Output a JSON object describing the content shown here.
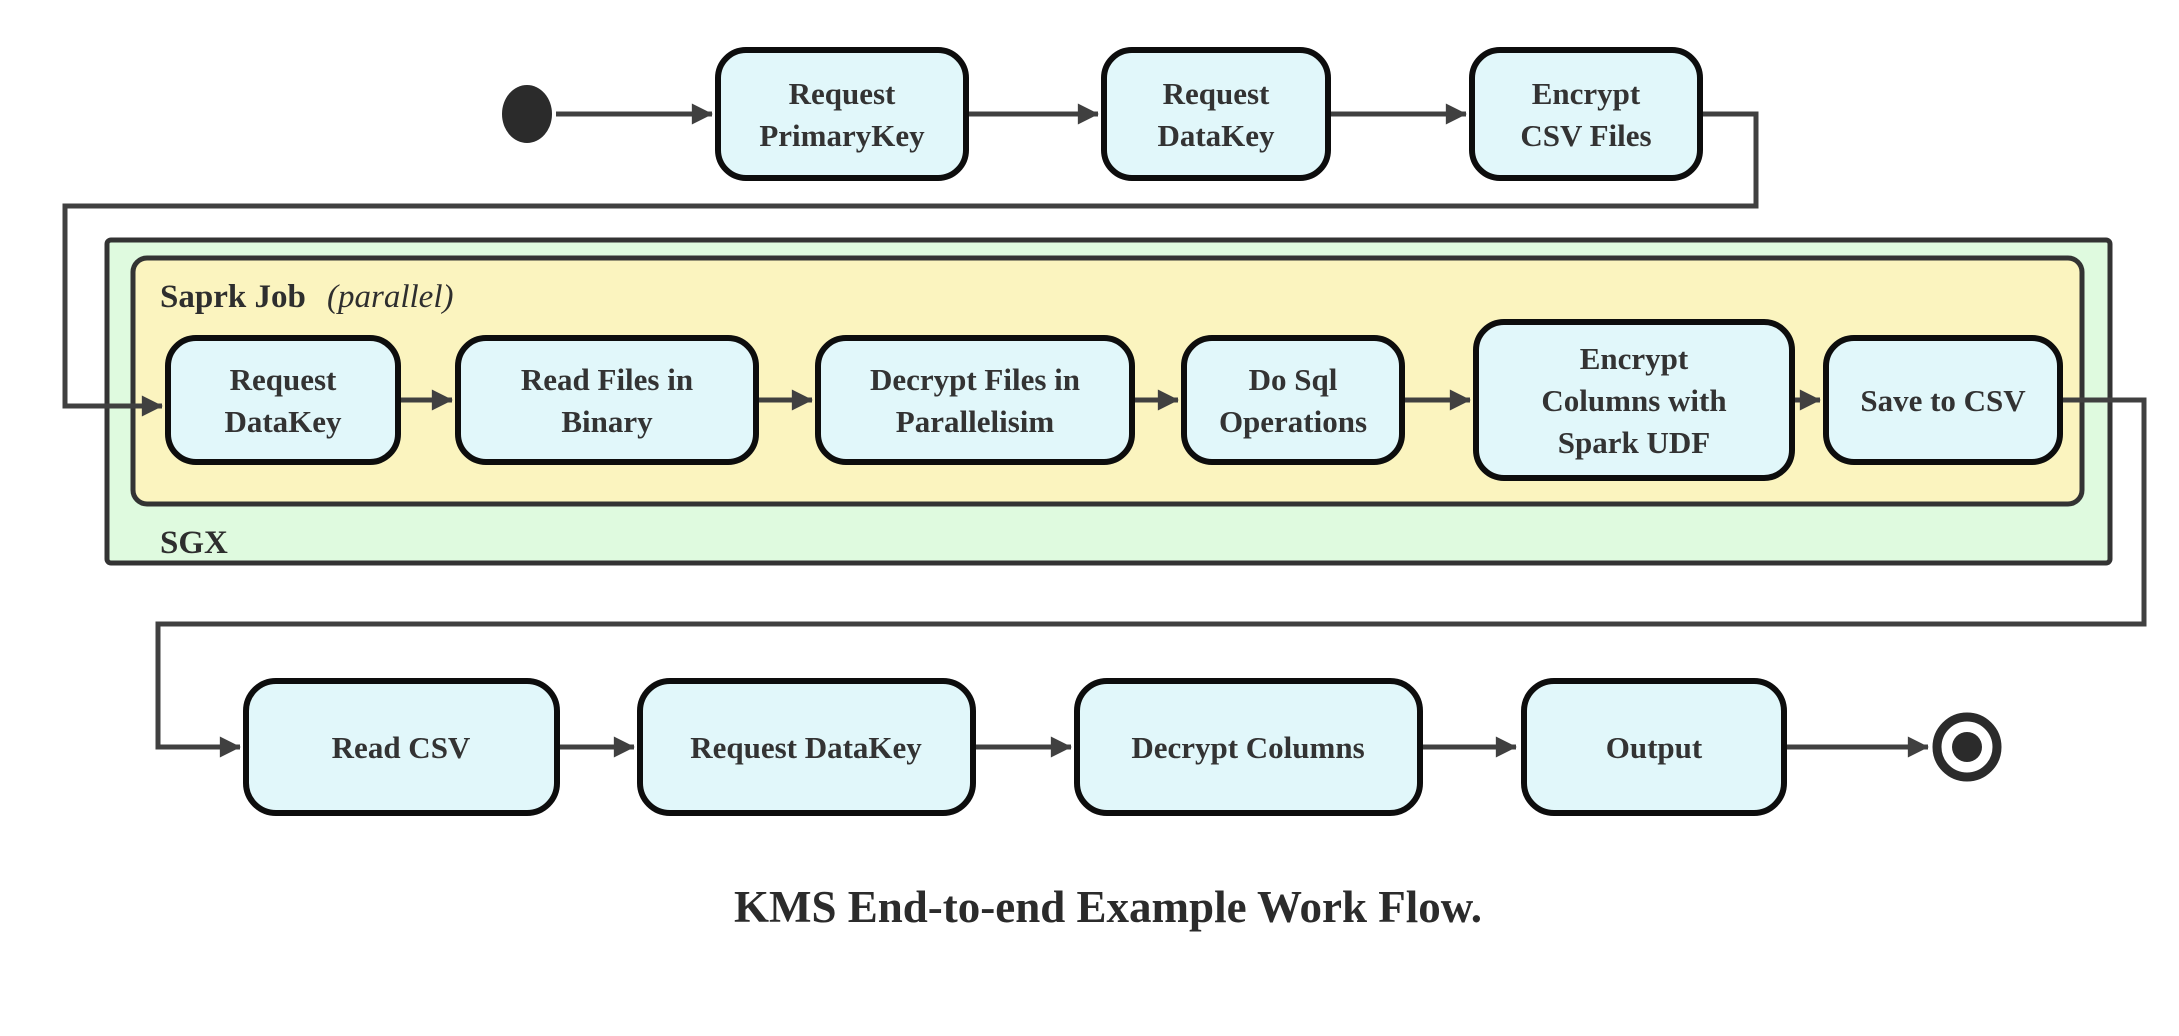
{
  "diagram": {
    "type": "activity-workflow-flowchart",
    "caption": "KMS End-to-end Example Work Flow.",
    "colors": {
      "node_fill": "#E1F7FA",
      "node_border": "#0d0d0d",
      "node_text": "#333333",
      "sgx_container_fill": "#DFFADF",
      "spark_container_fill": "#FBF4BF",
      "container_border": "#333333",
      "edge": "#404040",
      "terminal": "#2B2B2B",
      "background": "#FFFFFF"
    },
    "start_node": {
      "name": "start"
    },
    "end_node": {
      "name": "end"
    },
    "top_row": {
      "nodes": [
        {
          "id": "request-primarykey",
          "lines": [
            "Request",
            "PrimaryKey"
          ]
        },
        {
          "id": "request-datakey",
          "lines": [
            "Request",
            "DataKey"
          ]
        },
        {
          "id": "encrypt-csv-files",
          "lines": [
            "Encrypt",
            "CSV Files"
          ]
        }
      ]
    },
    "sgx_container": {
      "label": "SGX",
      "spark_container": {
        "label": "Saprk Job",
        "qualifier": "(parallel)",
        "nodes": [
          {
            "id": "sgx-request-datakey",
            "lines": [
              "Request",
              "DataKey"
            ]
          },
          {
            "id": "read-files-in-binary",
            "lines": [
              "Read Files in",
              "Binary"
            ]
          },
          {
            "id": "decrypt-files-in-parallelisim",
            "lines": [
              "Decrypt Files in",
              "Parallelisim"
            ]
          },
          {
            "id": "do-sql-operations",
            "lines": [
              "Do Sql",
              "Operations"
            ]
          },
          {
            "id": "encrypt-columns-with-spark-udf",
            "lines": [
              "Encrypt",
              "Columns with",
              "Spark UDF"
            ]
          },
          {
            "id": "save-to-csv",
            "lines": [
              "Save to CSV"
            ]
          }
        ]
      }
    },
    "bottom_row": {
      "nodes": [
        {
          "id": "read-csv",
          "lines": [
            "Read CSV"
          ]
        },
        {
          "id": "bottom-request-datakey",
          "lines": [
            "Request DataKey"
          ]
        },
        {
          "id": "decrypt-columns",
          "lines": [
            "Decrypt Columns"
          ]
        },
        {
          "id": "output",
          "lines": [
            "Output"
          ]
        }
      ]
    },
    "edges": [
      {
        "from": "start",
        "to": "request-primarykey"
      },
      {
        "from": "request-primarykey",
        "to": "request-datakey"
      },
      {
        "from": "request-datakey",
        "to": "encrypt-csv-files"
      },
      {
        "from": "encrypt-csv-files",
        "to": "sgx-request-datakey"
      },
      {
        "from": "sgx-request-datakey",
        "to": "read-files-in-binary"
      },
      {
        "from": "read-files-in-binary",
        "to": "decrypt-files-in-parallelisim"
      },
      {
        "from": "decrypt-files-in-parallelisim",
        "to": "do-sql-operations"
      },
      {
        "from": "do-sql-operations",
        "to": "encrypt-columns-with-spark-udf"
      },
      {
        "from": "encrypt-columns-with-spark-udf",
        "to": "save-to-csv"
      },
      {
        "from": "save-to-csv",
        "to": "read-csv"
      },
      {
        "from": "read-csv",
        "to": "bottom-request-datakey"
      },
      {
        "from": "bottom-request-datakey",
        "to": "decrypt-columns"
      },
      {
        "from": "decrypt-columns",
        "to": "output"
      },
      {
        "from": "output",
        "to": "end"
      }
    ]
  }
}
